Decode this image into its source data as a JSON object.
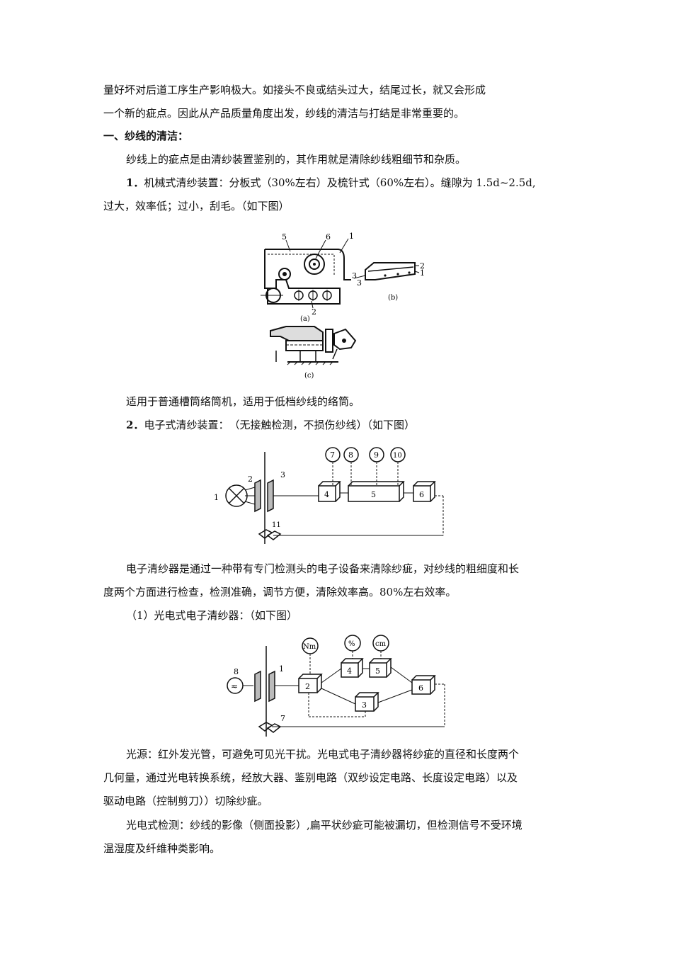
{
  "paragraphs": {
    "p1_l1": "量好坏对后道工序生产影响极大。如接头不良或结头过大，结尾过长，就又会形成",
    "p1_l2": "一个新的疵点。因此从产品质量角度出发，纱线的清洁与打结是非常重要的。",
    "section1_title": "一、纱线的清洁：",
    "p2": "纱线上的疵点是由清纱装置鉴别的，其作用就是清除纱线粗细节和杂质。",
    "item1_num": "1．",
    "item1_l1": "机械式清纱装置：分板式（30%左右）及梳针式（60%左右）。缝隙为 1.5d~2.5d,",
    "item1_l2": "过大，效率低；过小，刮毛。（如下图）",
    "p3": "适用于普通槽筒络筒机，适用于低档纱线的络筒。",
    "item2_num": "2．",
    "item2_text": "电子式清纱装置：　（无接触检测，不损伤纱线）（如下图）",
    "p4_l1": "电子清纱器是通过一种带有专门检测头的电子设备来清除纱疵，对纱线的粗细度和长",
    "p4_l2": "度两个方面进行检查，检测准确，调节方便，清除效率高。80%左右效率。",
    "sub1": "（1）光电式电子清纱器：（如下图）",
    "p5_l1": "光源：红外发光管，可避免可见光干扰。光电式电子清纱器将纱疵的直径和长度两个",
    "p5_l2": "几何量，通过光电转换系统，经放大器、鉴别电路（双纱设定电路、长度设定电路）以及",
    "p5_l3": "驱动电路（控制剪刀））切除纱疵。",
    "p6_l1": "光电式检测：纱线的影像（侧面投影）,扁平状纱疵可能被漏切，但检测信号不受环境",
    "p6_l2": "温湿度及纤维种类影响。"
  },
  "fig1": {
    "labels": [
      "5",
      "6",
      "1",
      "2",
      "1",
      "3",
      "3",
      "(b)",
      "2",
      "(a)",
      "(c)"
    ]
  },
  "fig2": {
    "circles": [
      "7",
      "8",
      "9",
      "10"
    ],
    "boxes": [
      "4",
      "5",
      "6"
    ],
    "labels": [
      "1",
      "2",
      "3",
      "11"
    ]
  },
  "fig3": {
    "circles": [
      "Nm",
      "%",
      "cm"
    ],
    "boxes": [
      "2",
      "4",
      "5",
      "3",
      "6"
    ],
    "labels": [
      "8",
      "1",
      "7"
    ],
    "source_symbol": "≈"
  }
}
